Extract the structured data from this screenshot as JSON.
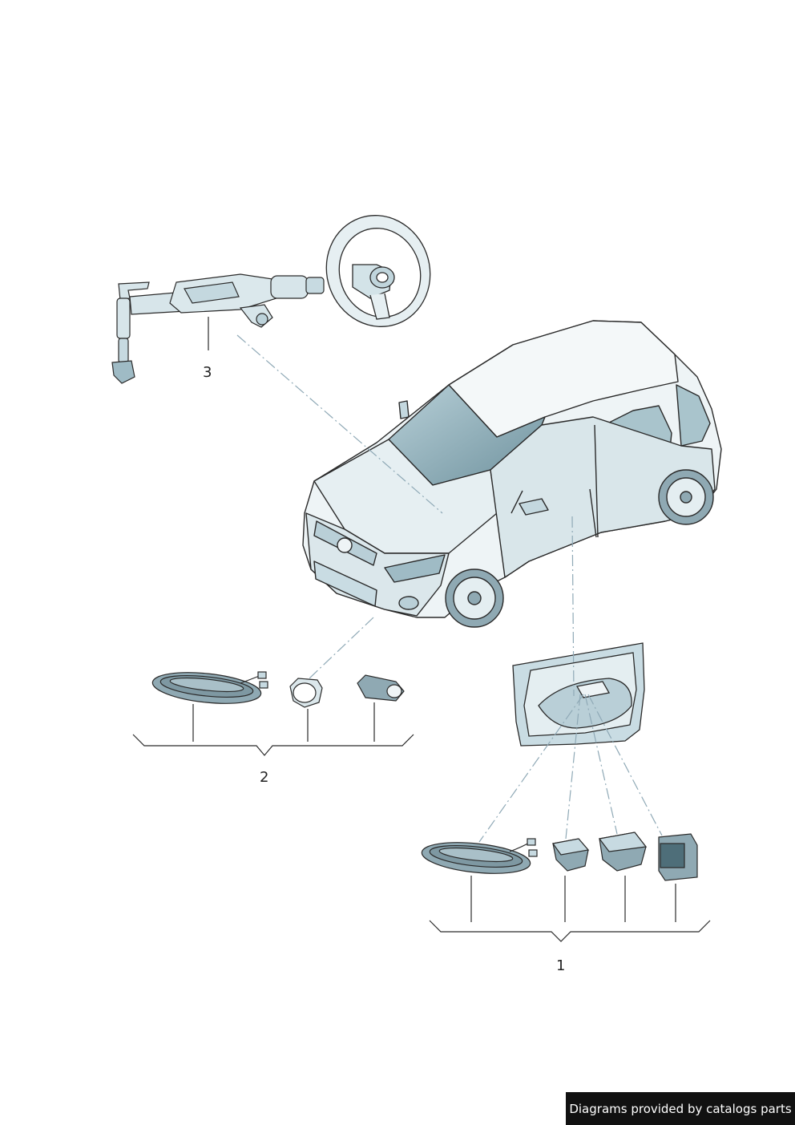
{
  "callouts": {
    "group1": "1",
    "group2": "2",
    "group3": "3"
  },
  "footer": {
    "text": "Diagrams provided by catalogs parts"
  },
  "colors": {
    "line": "#2a2a2a",
    "leader": "#8fa9b6",
    "fill_light": "#eef4f6",
    "fill_mid": "#c9dce3",
    "fill_dark": "#7fa1ad",
    "footer_bg": "#111111",
    "footer_text": "#ffffff"
  }
}
